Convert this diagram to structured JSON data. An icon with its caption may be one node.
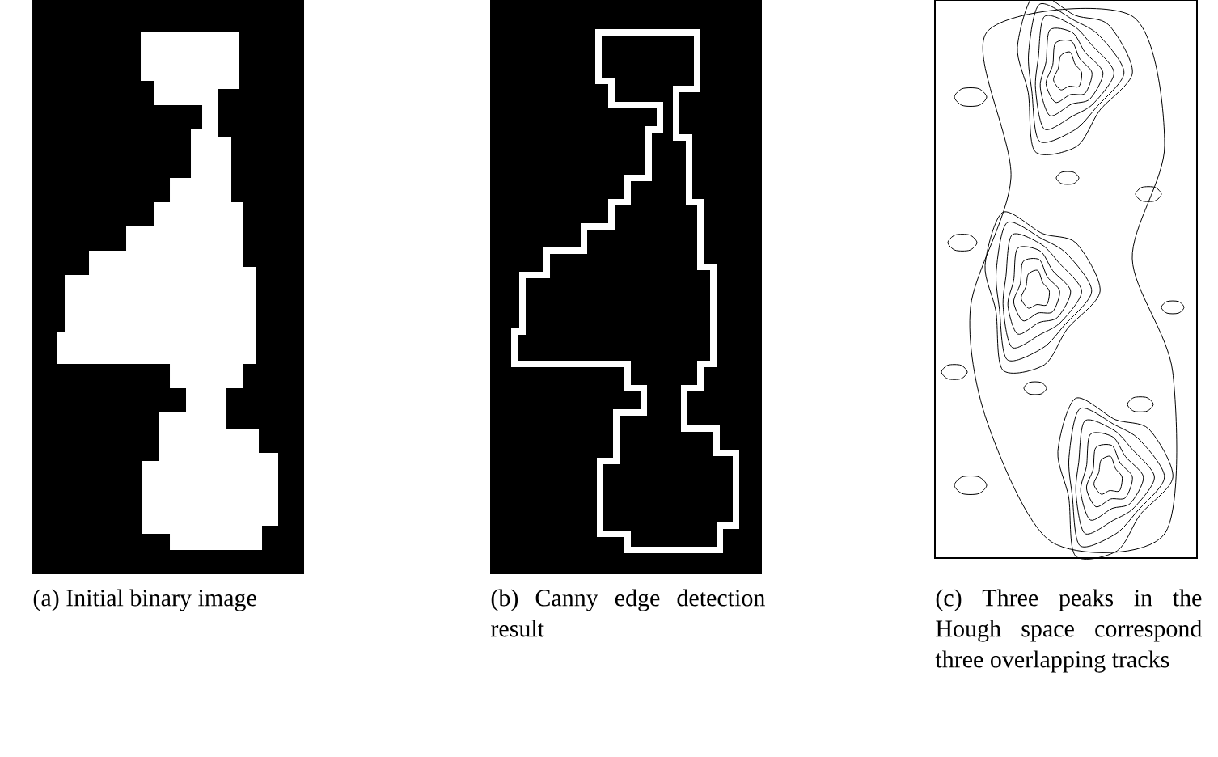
{
  "diagram": {
    "labels": [
      "(a) Initial binary image",
      "(b) Canny edge detection result",
      "(c) Three peaks in the Hough space correspond three overlapping tracks"
    ]
  }
}
